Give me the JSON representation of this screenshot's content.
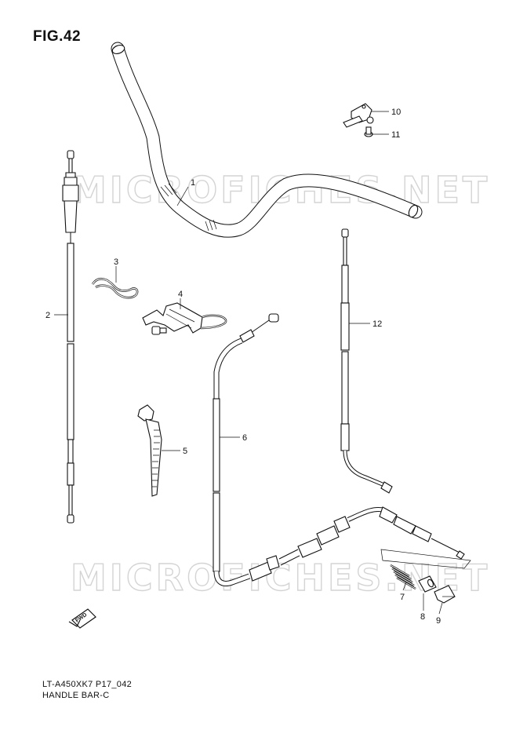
{
  "figure": {
    "title": "FIG.42"
  },
  "watermark": {
    "text": "MICROFICHES.NET"
  },
  "fwd_mark": {
    "text": "FWD"
  },
  "callouts": [
    {
      "id": "1",
      "part": "handle-bar"
    },
    {
      "id": "2",
      "part": "throttle-cable"
    },
    {
      "id": "3",
      "part": "clamp-spring"
    },
    {
      "id": "4",
      "part": "cable-guide"
    },
    {
      "id": "5",
      "part": "cable-tie"
    },
    {
      "id": "6",
      "part": "brake-cable"
    },
    {
      "id": "7",
      "part": "spring"
    },
    {
      "id": "8",
      "part": "joint"
    },
    {
      "id": "9",
      "part": "clip"
    },
    {
      "id": "10",
      "part": "bracket"
    },
    {
      "id": "11",
      "part": "bolt"
    },
    {
      "id": "12",
      "part": "parking-cable"
    }
  ],
  "footer": {
    "model_code": "LT-A450XK7 P17_042",
    "group_name": "HANDLE BAR-C"
  }
}
